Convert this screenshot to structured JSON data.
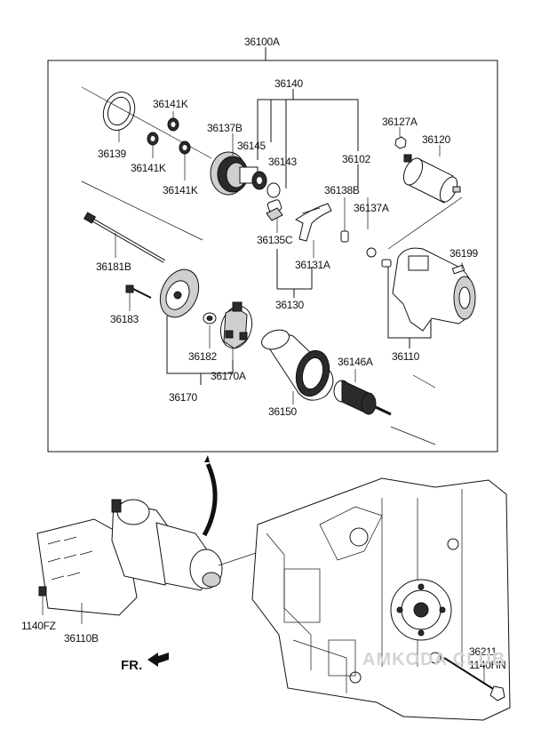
{
  "diagram": {
    "labels": {
      "assembly": "36100A",
      "p36140": "36140",
      "p36141K_a": "36141K",
      "p36141K_b": "36141K",
      "p36141K_c": "36141K",
      "p36137B": "36137B",
      "p36145": "36145",
      "p36143": "36143",
      "p36139": "36139",
      "p36127A": "36127A",
      "p36120": "36120",
      "p36102": "36102",
      "p36138B": "36138B",
      "p36137A": "36137A",
      "p36135C": "36135C",
      "p36131A": "36131A",
      "p36130": "36130",
      "p36181B": "36181B",
      "p36183": "36183",
      "p36199": "36199",
      "p36110": "36110",
      "p36182": "36182",
      "p36170A": "36170A",
      "p36170": "36170",
      "p36146A": "36146A",
      "p36150": "36150",
      "p1140FZ": "1140FZ",
      "p36110B": "36110B",
      "p36211": "36211",
      "p1140HN": "1140HN",
      "front": "FR."
    },
    "watermark": "AMKODA CLUB"
  }
}
